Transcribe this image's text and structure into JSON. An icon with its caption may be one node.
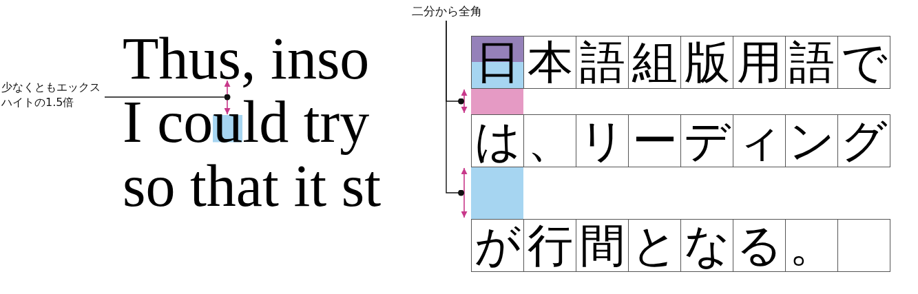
{
  "diagram": {
    "nodes": [
      {
        "text": [
          "少なくともエックスハイトの1.5倍"
        ]
      },
      {
        "text": [],
        "shape": "arrow"
      },
      {
        "text": [
          "二分から全角"
        ]
      },
      {
        "text": [],
        "shape": "arrow"
      },
      {
        "text": [],
        "shape": "arrow"
      }
    ],
    "edges": [
      {
        "from": 0,
        "to": 1,
        "arrow": "other"
      },
      {
        "from": 2,
        "to": 3,
        "arrow": "other"
      },
      {
        "from": 2,
        "to": 4,
        "arrow": "other"
      }
    ],
    "labels": [
      "Thus, inso",
      "I could try",
      "so that it st",
      "日",
      "本",
      "語",
      "組",
      "版",
      "用",
      "語",
      "で",
      "は",
      "、",
      "リ",
      "ー",
      "デ",
      "ィ",
      "ン",
      "グ",
      "が",
      "行",
      "間",
      "と",
      "な",
      "る",
      "。"
    ]
  }
}
